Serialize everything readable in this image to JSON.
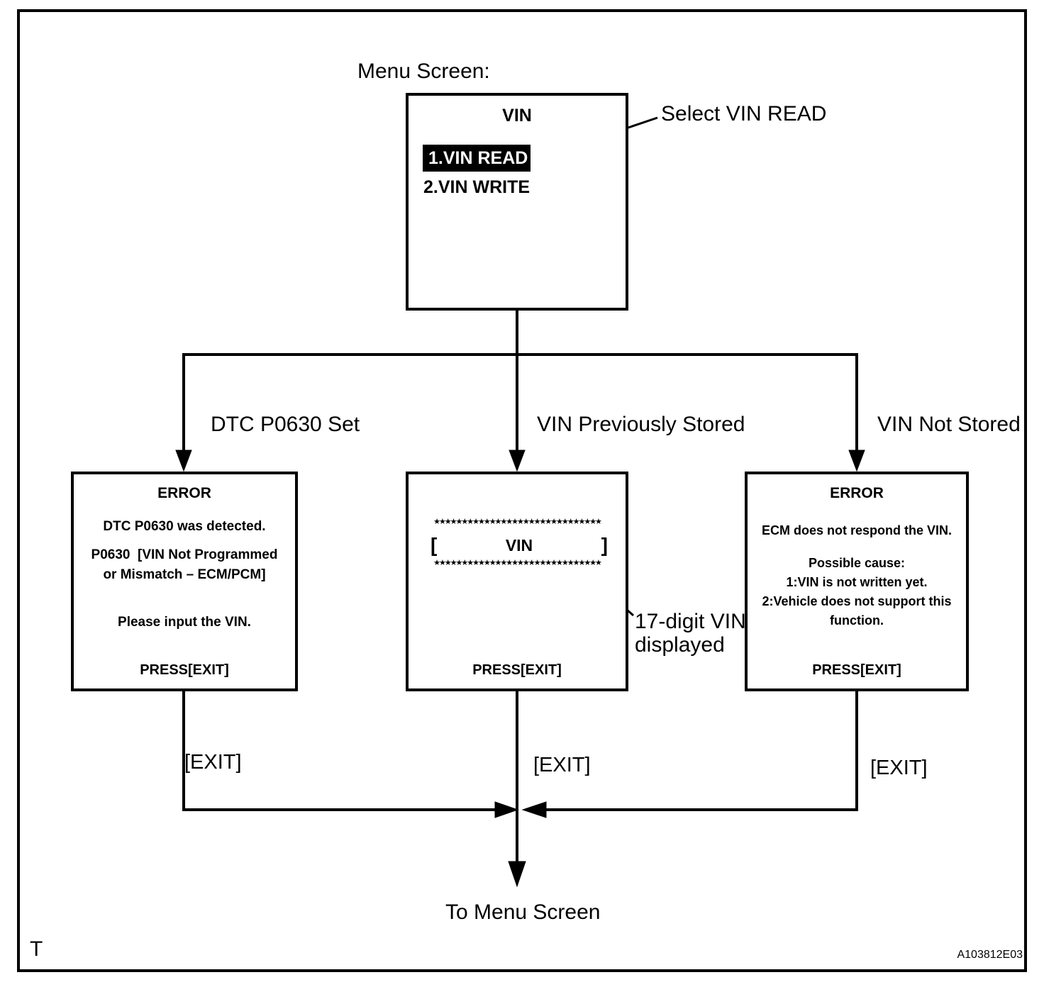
{
  "labels": {
    "menu_screen": "Menu Screen:",
    "select_vin_read": "Select VIN READ",
    "dtc_set": "DTC P0630 Set",
    "vin_previously_stored": "VIN Previously Stored",
    "vin_not_stored": "VIN Not Stored",
    "vin_digit_line1": "17-digit VIN",
    "vin_digit_line2": "displayed",
    "exit": "[EXIT]",
    "to_menu_screen": "To Menu Screen",
    "corner_mark": "T",
    "figure_code": "A103812E03"
  },
  "menu_screen_box": {
    "title": "VIN",
    "item1": "1.VIN READ",
    "item2": "2.VIN WRITE"
  },
  "error_dtc_box": {
    "title": "ERROR",
    "detected": "DTC P0630 was detected.",
    "code_line1": "P0630  [VIN Not Programmed",
    "code_line2": "or Mismatch – ECM/PCM]",
    "prompt": "Please input the VIN.",
    "press_exit": "PRESS[EXIT]"
  },
  "vin_display_box": {
    "stars_top": "★★★★★★★★★★★★★★★★★★★★★★★★★★★★★★",
    "bracket_open": "[",
    "vin_label": "VIN",
    "bracket_close": "]",
    "stars_bottom": "★★★★★★★★★★★★★★★★★★★★★★★★★★★★★★",
    "press_exit": "PRESS[EXIT]"
  },
  "error_no_response_box": {
    "title": "ERROR",
    "line1": "ECM does not respond the VIN.",
    "cause_title": "Possible cause:",
    "cause1": "1:VIN is not written yet.",
    "cause2": "2:Vehicle does not support this",
    "cause2b": "function.",
    "press_exit": "PRESS[EXIT]"
  }
}
